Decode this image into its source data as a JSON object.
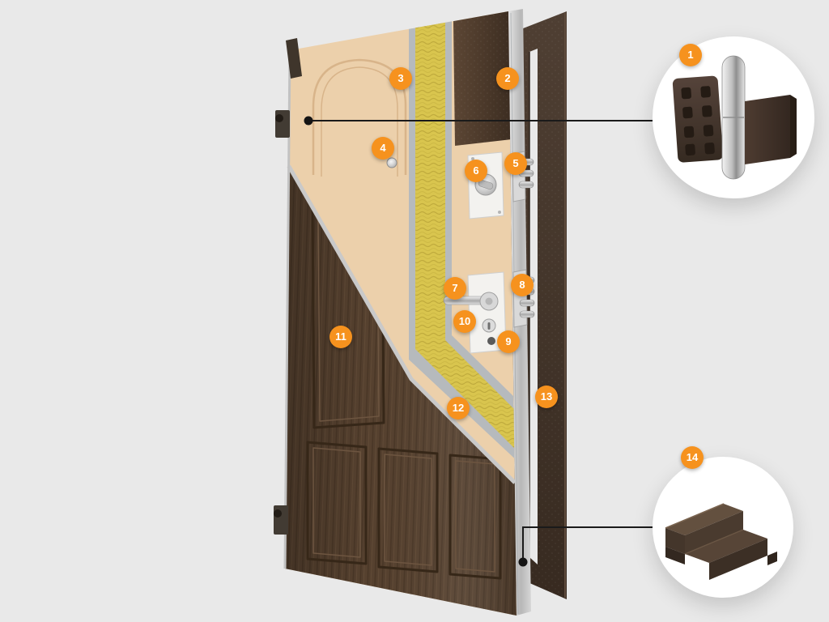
{
  "markers": [
    {
      "label": "1"
    },
    {
      "label": "2"
    },
    {
      "label": "3"
    },
    {
      "label": "4"
    },
    {
      "label": "5"
    },
    {
      "label": "6"
    },
    {
      "label": "7"
    },
    {
      "label": "8"
    },
    {
      "label": "9"
    },
    {
      "label": "10"
    },
    {
      "label": "11"
    },
    {
      "label": "12"
    },
    {
      "label": "13"
    },
    {
      "label": "14"
    }
  ],
  "colors": {
    "accent": "#F6921E",
    "background": "#E9E9E9",
    "callout_text": "#FFFFFF",
    "leader_line": "#1A1A1A",
    "wood_brown": "#56412F",
    "frame_brown": "#46382D",
    "steel_sheet_brown": "#4C3A2B",
    "insulation_yellow": "#D9C54E",
    "metal_gray": "#B6BABD",
    "panel_beige": "#ECD0AB"
  }
}
